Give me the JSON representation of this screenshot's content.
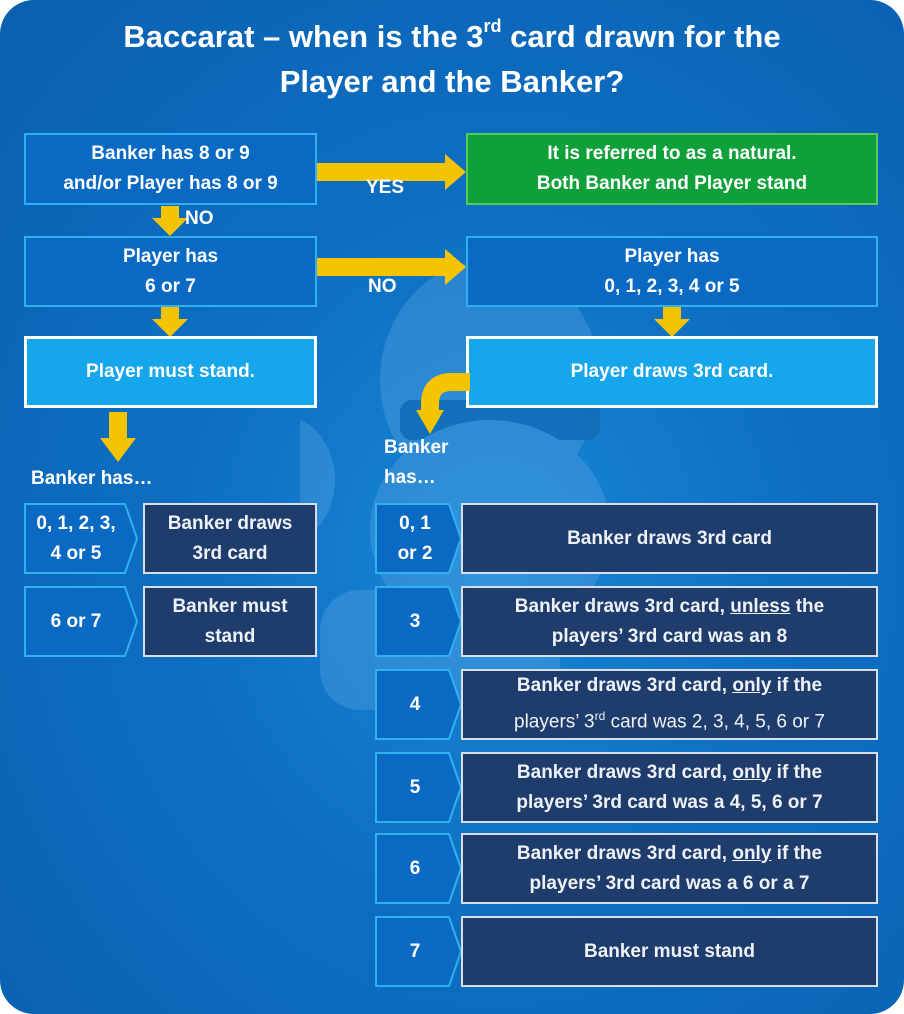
{
  "title": {
    "line1_a": "Baccarat – when is the 3",
    "line1_sup": "rd",
    "line1_b": " card drawn for the",
    "line2": "Player and the Banker?"
  },
  "boxes": {
    "q1_line1": "Banker has 8 or 9",
    "q1_line2": "and/or Player has 8 or 9",
    "natural_line1": "It is referred to as a natural.",
    "natural_line2": "Both Banker and Player stand",
    "q2_line1": "Player has",
    "q2_line2": "6 or 7",
    "q3_line1": "Player has",
    "q3_line2": "0, 1, 2, 3, 4 or 5",
    "player_stand": "Player must stand.",
    "player_draws": "Player draws 3rd card."
  },
  "labels": {
    "yes": "YES",
    "no1": "NO",
    "no2": "NO",
    "banker_has_left": "Banker has…",
    "banker_has_right_1": "Banker",
    "banker_has_right_2": "has…"
  },
  "left_rules": [
    {
      "cond_1": "0, 1, 2, 3,",
      "cond_2": "4 or 5",
      "res_1": "Banker draws",
      "res_2": "3rd card"
    },
    {
      "cond_1": "6 or 7",
      "res_1": "Banker must",
      "res_2": "stand"
    }
  ],
  "right_rules": [
    {
      "cond_1": "0, 1",
      "cond_2": "or 2",
      "res": "Banker draws 3rd card"
    },
    {
      "cond": "3",
      "res1_a": "Banker draws 3rd card, ",
      "res1_u": "unless",
      "res1_b": " the",
      "res2": "players’ 3rd card was an 8"
    },
    {
      "cond": "4",
      "res1_a": "Banker draws 3rd card, ",
      "res1_u": "only",
      "res1_b": " if the",
      "res2_a": "players’ 3",
      "res2_sup": "rd",
      "res2_b": " card was 2, 3, 4, 5, 6 or 7"
    },
    {
      "cond": "5",
      "res1_a": "Banker draws 3rd card, ",
      "res1_u": "only",
      "res1_b": " if the",
      "res2": "players’ 3rd card was a 4, 5, 6 or 7"
    },
    {
      "cond": "6",
      "res1_a": "Banker draws 3rd card, ",
      "res1_u": "only",
      "res1_b": " if the",
      "res2": "players’ 3rd card was a 6 or a 7"
    },
    {
      "cond": "7",
      "res": "Banker must stand"
    }
  ],
  "colors": {
    "background": "#0d6fc2",
    "arrow": "#f5c400",
    "natural_box": "#10a03a",
    "result_box": "#1f3d6c",
    "player_action_box": "#16a6ec"
  }
}
